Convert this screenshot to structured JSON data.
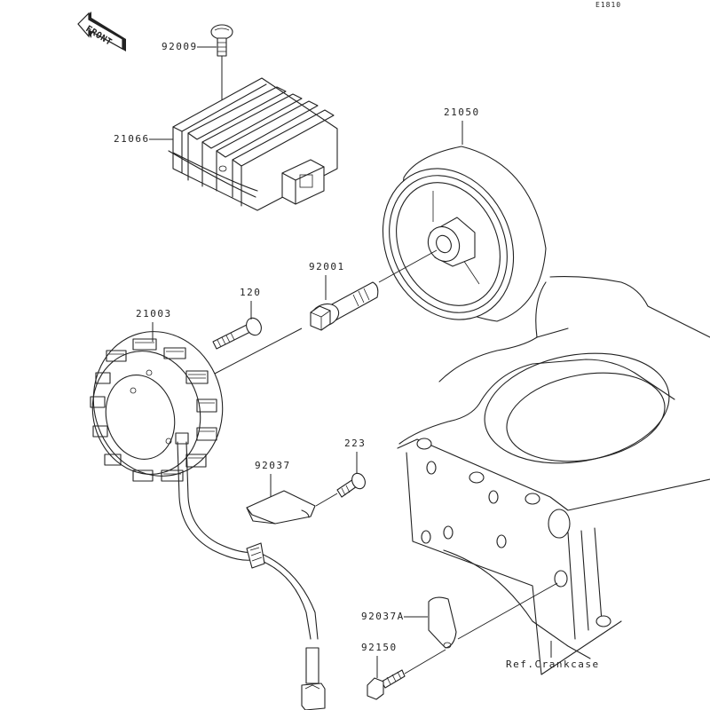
{
  "diagram": {
    "reference_code": "E1810",
    "front_marker": "FRONT",
    "callouts": [
      {
        "id": "92009",
        "label": "92009",
        "part": "screw"
      },
      {
        "id": "21066",
        "label": "21066",
        "part": "regulator-rectifier"
      },
      {
        "id": "21050",
        "label": "21050",
        "part": "flywheel-rotor"
      },
      {
        "id": "92001",
        "label": "92001",
        "part": "flange-bolt"
      },
      {
        "id": "120",
        "label": "120",
        "part": "stator-bolt"
      },
      {
        "id": "21003",
        "label": "21003",
        "part": "stator-coil"
      },
      {
        "id": "223",
        "label": "223",
        "part": "bolt"
      },
      {
        "id": "92037",
        "label": "92037",
        "part": "wire-clamp-plate"
      },
      {
        "id": "92037A",
        "label": "92037A",
        "part": "wire-clamp"
      },
      {
        "id": "92150",
        "label": "92150",
        "part": "clamp-bolt"
      },
      {
        "id": "ref-crankcase",
        "label": "Ref.Crankcase",
        "part": "crankcase-reference"
      }
    ]
  }
}
